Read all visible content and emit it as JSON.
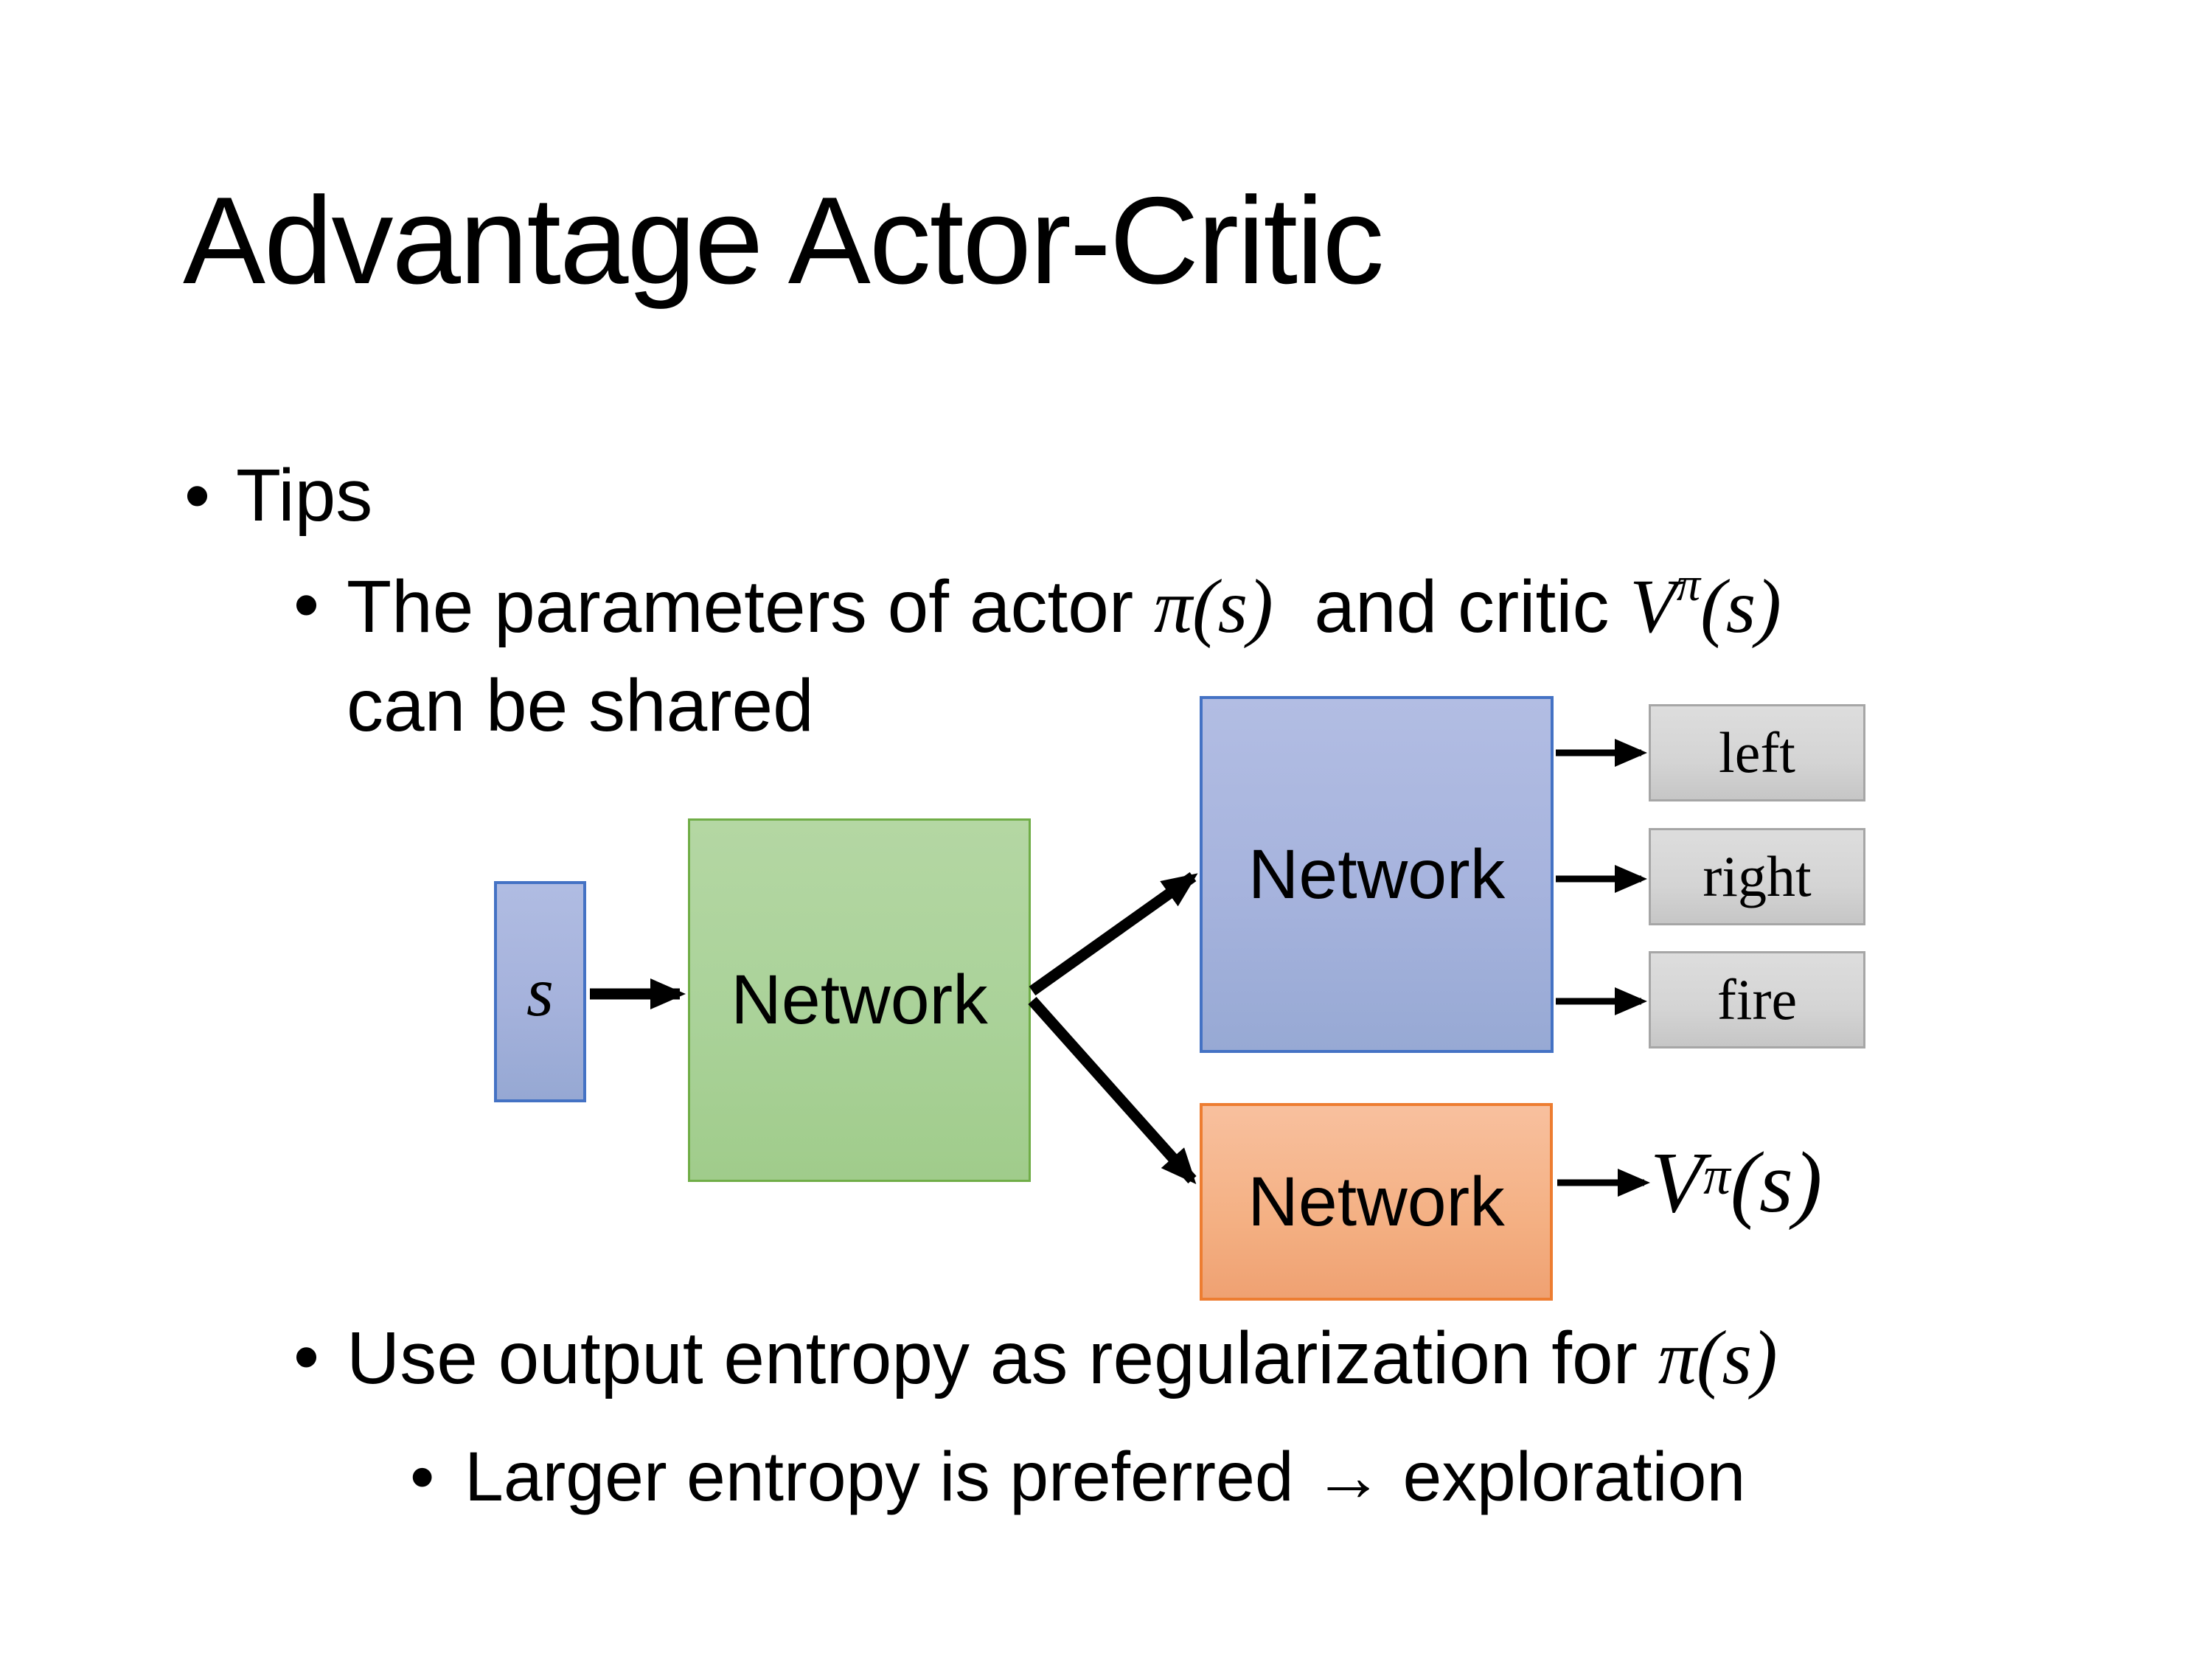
{
  "slide": {
    "title": "Advantage Actor-Critic",
    "bullet_char": "•",
    "tips_label": "Tips",
    "tip_shared": {
      "pre": "The parameters of actor ",
      "actor_math": "π(s)",
      "mid": "  and critic ",
      "critic_base": "V",
      "critic_sup": "π",
      "critic_args": "(s)",
      "line2": "can be shared"
    },
    "tip_entropy": {
      "pre": "Use output entropy as regularization for ",
      "math": "π(s)"
    },
    "tip_exploration": "Larger entropy is preferred → exploration",
    "diagram": {
      "state_label": "s",
      "shared_network_label": "Network",
      "actor_network_label": "Network",
      "critic_network_label": "Network",
      "actions": [
        "left",
        "right",
        "fire"
      ],
      "value_base": "V",
      "value_sup": "π",
      "value_args": "(s)",
      "colors": {
        "state_fill": "#a5b2dc",
        "state_border": "#4472c4",
        "shared_fill": "#aad299",
        "shared_border": "#70ad47",
        "actor_fill": "#a6b3dd",
        "actor_border": "#4472c4",
        "critic_fill": "#f4b083",
        "critic_border": "#ed7d31",
        "action_fill": "#d4d4d4",
        "action_border": "#a6a6a6",
        "arrow": "#000000"
      }
    }
  }
}
